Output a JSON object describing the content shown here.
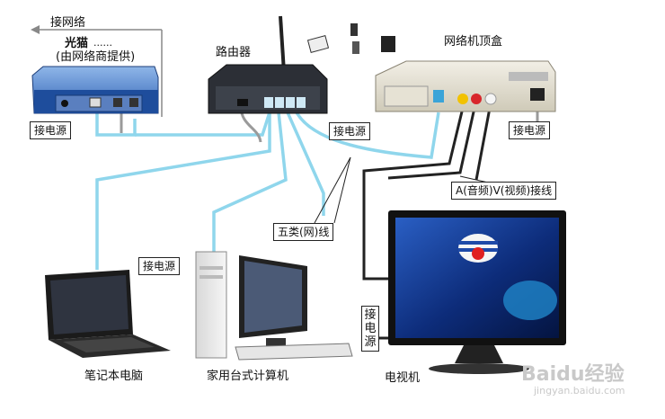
{
  "modem": {
    "arrow_label": "接网络",
    "title": "光猫",
    "dots": "......",
    "subtitle": "(由网络商提供)",
    "power_label": "接电源"
  },
  "router": {
    "title": "路由器",
    "power_label": "接电源"
  },
  "settop": {
    "title": "网络机顶盒",
    "power_label": "接电源"
  },
  "cables": {
    "av_label": "A(音频)V(视频)接线",
    "ethernet_label": "五类(网)线"
  },
  "desktop": {
    "power_label": "接电源",
    "caption": "家用台式计算机"
  },
  "laptop": {
    "caption": "笔记本电脑"
  },
  "tv": {
    "power_label_chars": [
      "接",
      "电",
      "源"
    ],
    "caption": "电视机"
  },
  "watermark": {
    "brand": "Baidu经验",
    "url": "jingyan.baidu.com"
  },
  "colors": {
    "ethernet_cable": "#8fd6ec",
    "power_cable": "#9a9a9a",
    "av_cable": "#222222"
  }
}
